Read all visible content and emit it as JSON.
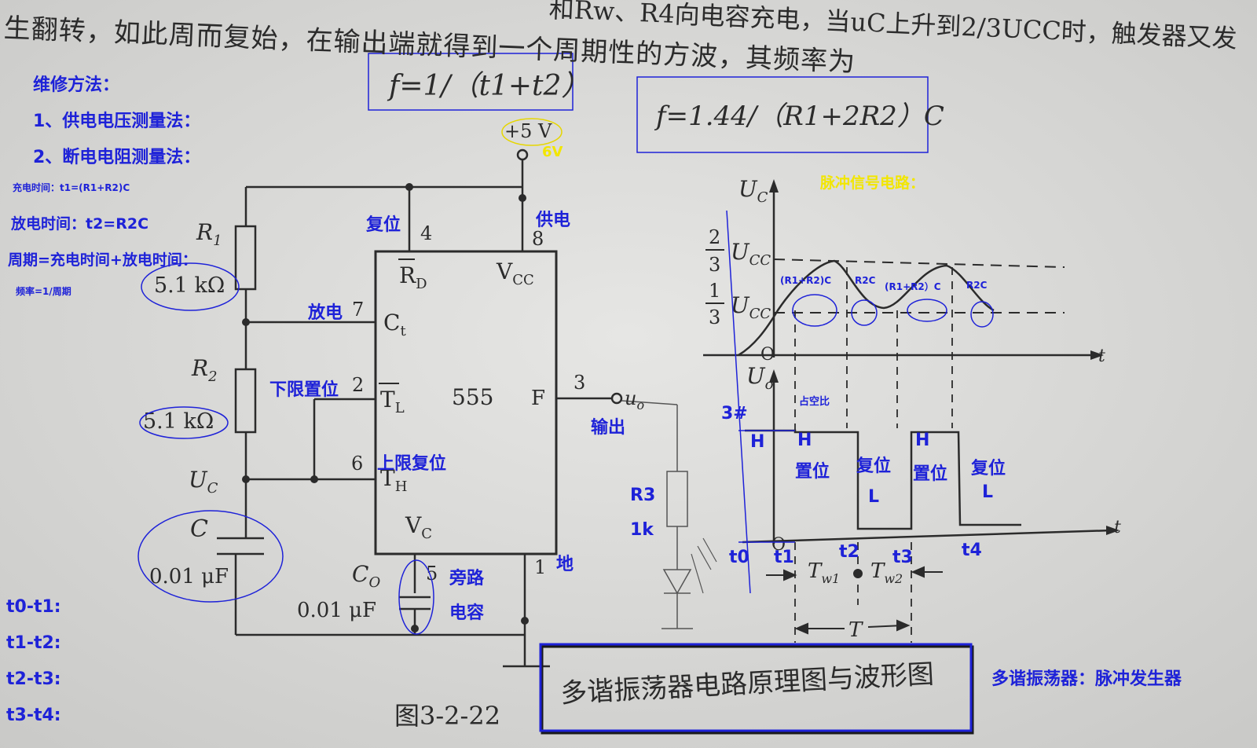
{
  "book_text": {
    "line1": "生翻转，如此周而复始，在输出端就得到一个周期性的方波，其频率为",
    "line0_fragment": "和Rw、R4向电容充电，当uC上升到2/3UCC时，触发器又发"
  },
  "formulas": {
    "f_time": "f=1/（t1+t2）",
    "f_rc": "f=1.44/（R1+2R2）C"
  },
  "notes": {
    "repair_title": "维修方法：",
    "method1": "1、供电电压测量法：",
    "method2": "2、断电电阻测量法：",
    "charge_time": "充电时间：t1=(R1+R2)C",
    "discharge_time": "放电时间：t2=R2C",
    "period": "周期=充电时间+放电时间：",
    "frequency": "频率=1/周期",
    "t01": "t0-t1:",
    "t12": "t1-t2:",
    "t23": "t2-t3:",
    "t34": "t3-t4:"
  },
  "circuit": {
    "supply": "+5 V",
    "supply_note": "6V",
    "r1": "R",
    "r1_sub": "1",
    "r1_value": "5.1 kΩ",
    "r2": "R",
    "r2_sub": "2",
    "r2_value": "5.1 kΩ",
    "uc": "U",
    "uc_sub": "C",
    "c": "C",
    "c_value": "0.01 μF",
    "co": "C",
    "co_sub": "O",
    "co_value": "0.01 μF",
    "chip": "555",
    "rd": "R",
    "rd_sub": "D",
    "vcc": "V",
    "vcc_sub": "CC",
    "ct": "C",
    "ct_sub": "t",
    "tl": "T",
    "tl_sub": "L",
    "th": "T",
    "th_sub": "H",
    "vc": "V",
    "vc_sub": "C",
    "f_pin": "F",
    "uo": "u",
    "uo_sub": "o",
    "pin4": "4",
    "pin8": "8",
    "pin7": "7",
    "pin2": "2",
    "pin6": "6",
    "pin5": "5",
    "pin1": "1",
    "pin3": "3",
    "lbl_reset": "复位",
    "lbl_supply": "供电",
    "lbl_discharge": "放电",
    "lbl_lower": "下限置位",
    "lbl_upper": "上限复位",
    "lbl_output": "输出",
    "lbl_bypass1": "旁路",
    "lbl_bypass2": "电容",
    "lbl_ground": "地",
    "r3": "R3",
    "r3_value": "1k"
  },
  "waveform": {
    "title": "脉冲信号电路：",
    "uc_axis": "U",
    "uc_axis_sub": "C",
    "two_thirds_num": "2",
    "two_thirds_den": "3",
    "one_third_num": "1",
    "one_third_den": "3",
    "ucc": "U",
    "ucc_sub": "CC",
    "origin": "O",
    "t_axis": "t",
    "uo_axis": "U",
    "uo_axis_sub": "o",
    "seg1": "(R1+R2)C",
    "seg2": "R2C",
    "seg3": "(R1+R2）C",
    "seg4": "R2C",
    "duty": "占空比",
    "pin3": "3#",
    "h1": "H",
    "h2": "H",
    "set1": "置位",
    "reset1": "复位",
    "l1": "L",
    "h3": "H",
    "set2": "置位",
    "reset2": "复位",
    "l2": "L",
    "t0": "t0",
    "t1": "t1",
    "t2": "t2",
    "t3": "t3",
    "t4": "t4",
    "tw1": "T",
    "tw1_sub": "w1",
    "tw2": "T",
    "tw2_sub": "w2",
    "period": "T"
  },
  "caption": {
    "box": "多谐振荡器电路原理图与波形图",
    "figure": "图3-2-22",
    "summary": "多谐振荡器：脉冲发生器"
  },
  "colors": {
    "annotation_blue": "#1e22d8",
    "annotation_yellow": "#f2e600",
    "print_ink": "#2b2b2b",
    "paper": "#dcdcda"
  }
}
